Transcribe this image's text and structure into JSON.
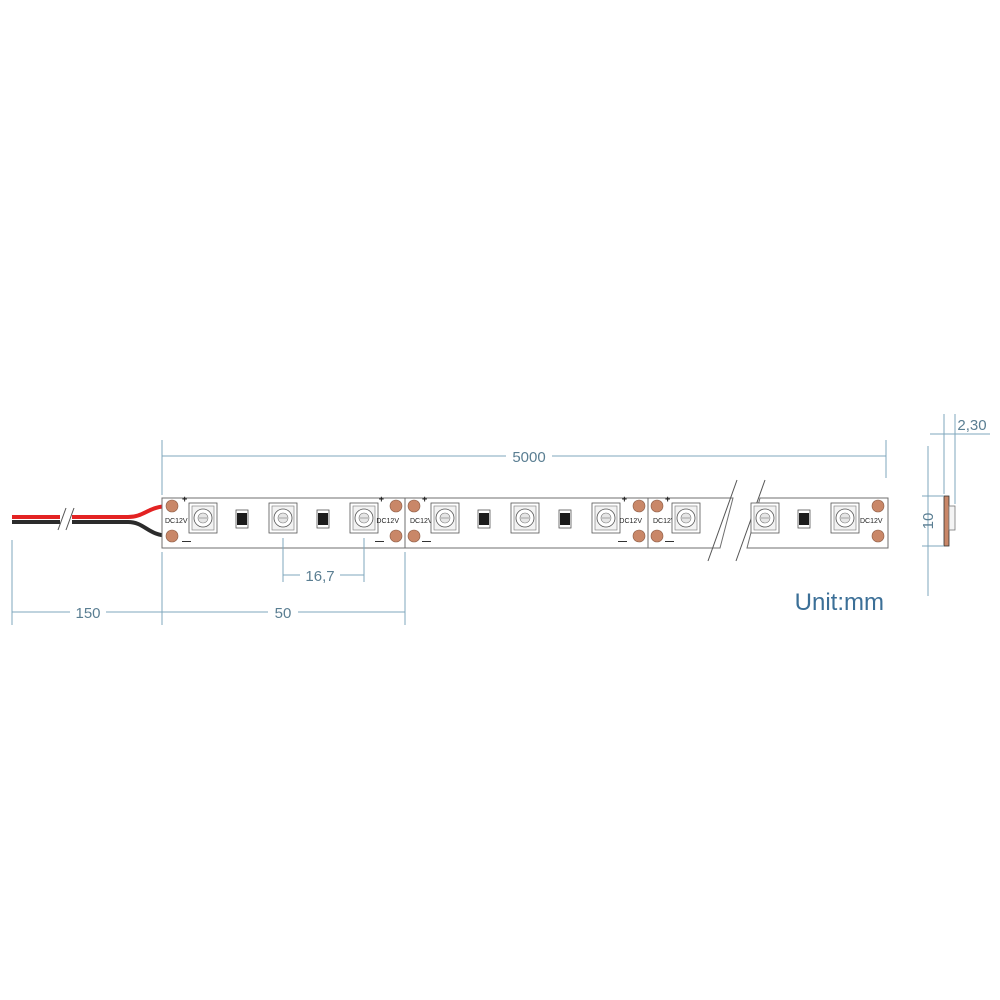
{
  "dimensions": {
    "total_length": "5000",
    "cable_length": "150",
    "cut_length": "50",
    "led_pitch": "16,7",
    "width": "10",
    "thickness": "2,30"
  },
  "strip": {
    "voltage_label": "DC12V",
    "plus": "+",
    "minus": "—"
  },
  "unit_label": "Unit:mm",
  "colors": {
    "dimension": "#7fa7bc",
    "dimension_text": "#5a7e92",
    "unit_text": "#3b6f97",
    "copper_pad": "#c98768",
    "wire_red": "#e32222",
    "wire_black": "#2b2b2b",
    "strip_outline": "#6f6f6f"
  }
}
